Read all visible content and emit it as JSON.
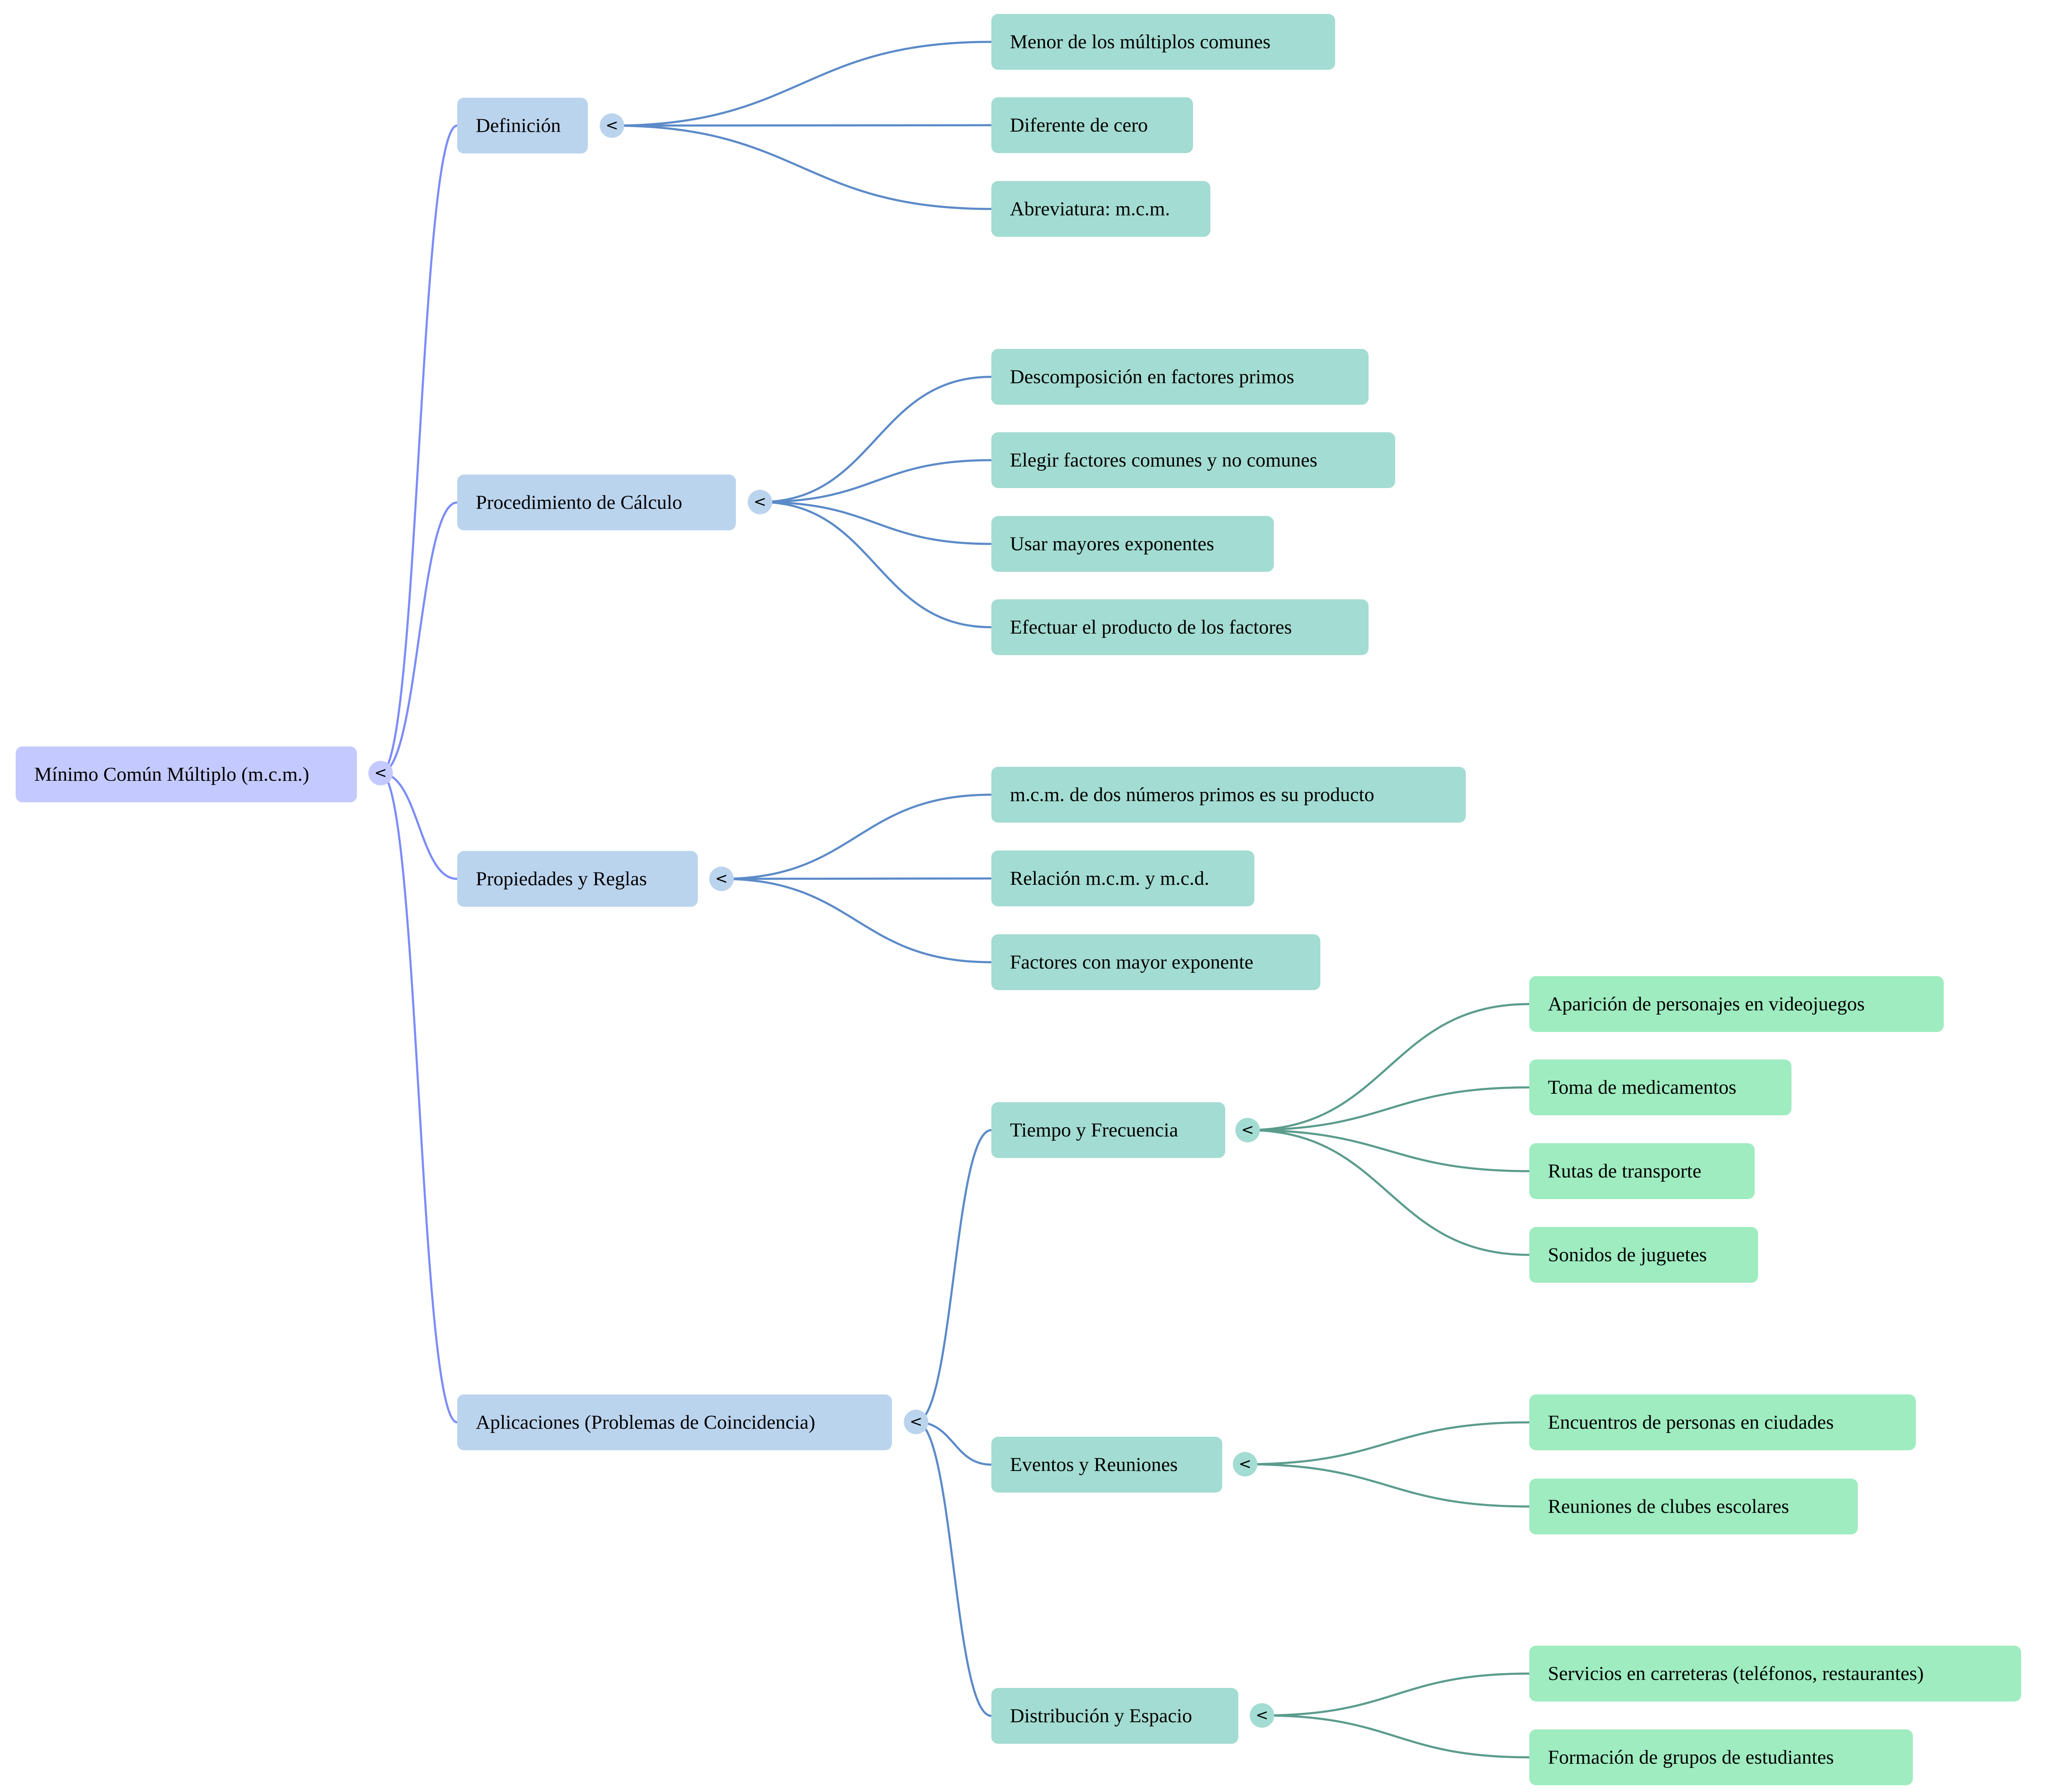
{
  "colors": {
    "root_fill": "#c4caff",
    "level1_fill": "#bbd4ee",
    "level2_fill": "#a3dcd2",
    "level3_fill": "#9eecc0",
    "root_link": "#7b8cf8",
    "level1_link": "#5b8ac8",
    "level2_link": "#5b9c8c"
  },
  "toggle_glyph": "<",
  "mindmap": {
    "root": {
      "label": "Mínimo Común Múltiplo (m.c.m.)",
      "children": [
        {
          "label": "Definición",
          "children": [
            {
              "label": "Menor de los múltiplos comunes"
            },
            {
              "label": "Diferente de cero"
            },
            {
              "label": "Abreviatura: m.c.m."
            }
          ]
        },
        {
          "label": "Procedimiento de Cálculo",
          "children": [
            {
              "label": "Descomposición en factores primos"
            },
            {
              "label": "Elegir factores comunes y no comunes"
            },
            {
              "label": "Usar mayores exponentes"
            },
            {
              "label": "Efectuar el producto de los factores"
            }
          ]
        },
        {
          "label": "Propiedades y Reglas",
          "children": [
            {
              "label": "m.c.m. de dos números primos es su producto"
            },
            {
              "label": "Relación m.c.m. y m.c.d."
            },
            {
              "label": "Factores con mayor exponente"
            }
          ]
        },
        {
          "label": "Aplicaciones (Problemas de Coincidencia)",
          "children": [
            {
              "label": "Tiempo y Frecuencia",
              "children": [
                {
                  "label": "Aparición de personajes en videojuegos"
                },
                {
                  "label": "Toma de medicamentos"
                },
                {
                  "label": "Rutas de transporte"
                },
                {
                  "label": "Sonidos de juguetes"
                }
              ]
            },
            {
              "label": "Eventos y Reuniones",
              "children": [
                {
                  "label": "Encuentros de personas en ciudades"
                },
                {
                  "label": "Reuniones de clubes escolares"
                }
              ]
            },
            {
              "label": "Distribución y Espacio",
              "children": [
                {
                  "label": "Servicios en carreteras (teléfonos, restaurantes)"
                },
                {
                  "label": "Formación de grupos de estudiantes"
                }
              ]
            }
          ]
        }
      ]
    }
  }
}
